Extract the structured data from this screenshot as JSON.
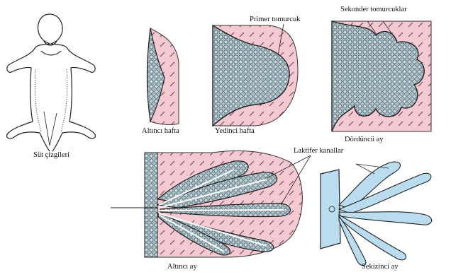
{
  "labels": {
    "milk_lines": "Süt çizgileri",
    "sixth_week": "Altıncı hafta",
    "seventh_week": "Yedinci hafta",
    "primary_bud": "Primer tomurcuk",
    "secondary_buds": "Sekonder tomurcuklar",
    "fourth_month": "Dördüncü ay",
    "lactiferous_ducts": "Laktifer kanallar",
    "sixth_month": "Altıncı ay",
    "eighth_month": "Sekizinci ay"
  },
  "colors": {
    "mesenchyme": "#f4c9d1",
    "epithelium": "#9fb6bf",
    "outline": "#222222",
    "duct_blue": "#b9dcef"
  }
}
